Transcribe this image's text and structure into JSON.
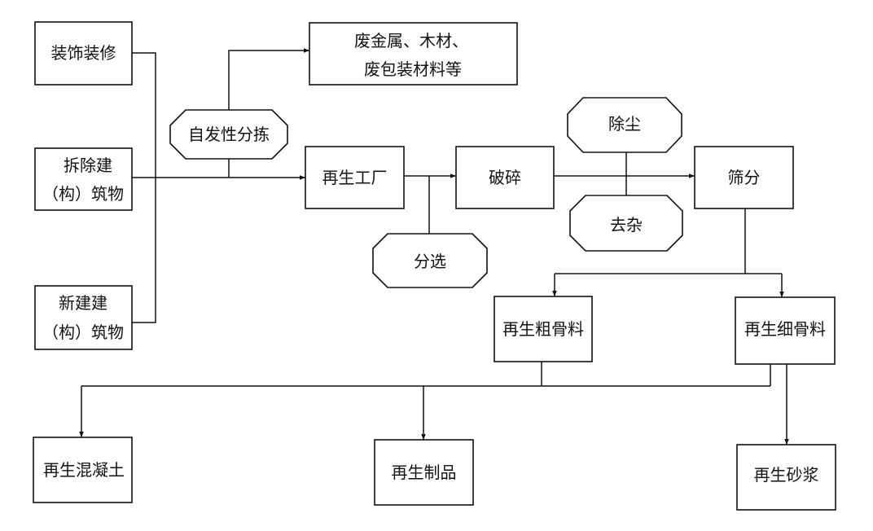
{
  "nodes": {
    "decoration": {
      "label": "装饰装修"
    },
    "demolition": {
      "line1": "拆除建",
      "line2": "（构）筑物"
    },
    "new_build": {
      "line1": "新建建",
      "line2": "（构）筑物"
    },
    "scrap": {
      "line1": "废金属、木材、",
      "line2": "废包装材料等"
    },
    "spontaneous_sorting": {
      "label": "自发性分拣"
    },
    "recycling_plant": {
      "label": "再生工厂"
    },
    "crushing": {
      "label": "破碎"
    },
    "dust_removal": {
      "label": "除尘"
    },
    "impurity_removal": {
      "label": "去杂"
    },
    "screening": {
      "label": "筛分"
    },
    "separation": {
      "label": "分选"
    },
    "coarse_aggregate": {
      "label": "再生粗骨料"
    },
    "fine_aggregate": {
      "label": "再生细骨料"
    },
    "concrete": {
      "label": "再生混凝土"
    },
    "products": {
      "label": "再生制品"
    },
    "mortar": {
      "label": "再生砂浆"
    }
  }
}
